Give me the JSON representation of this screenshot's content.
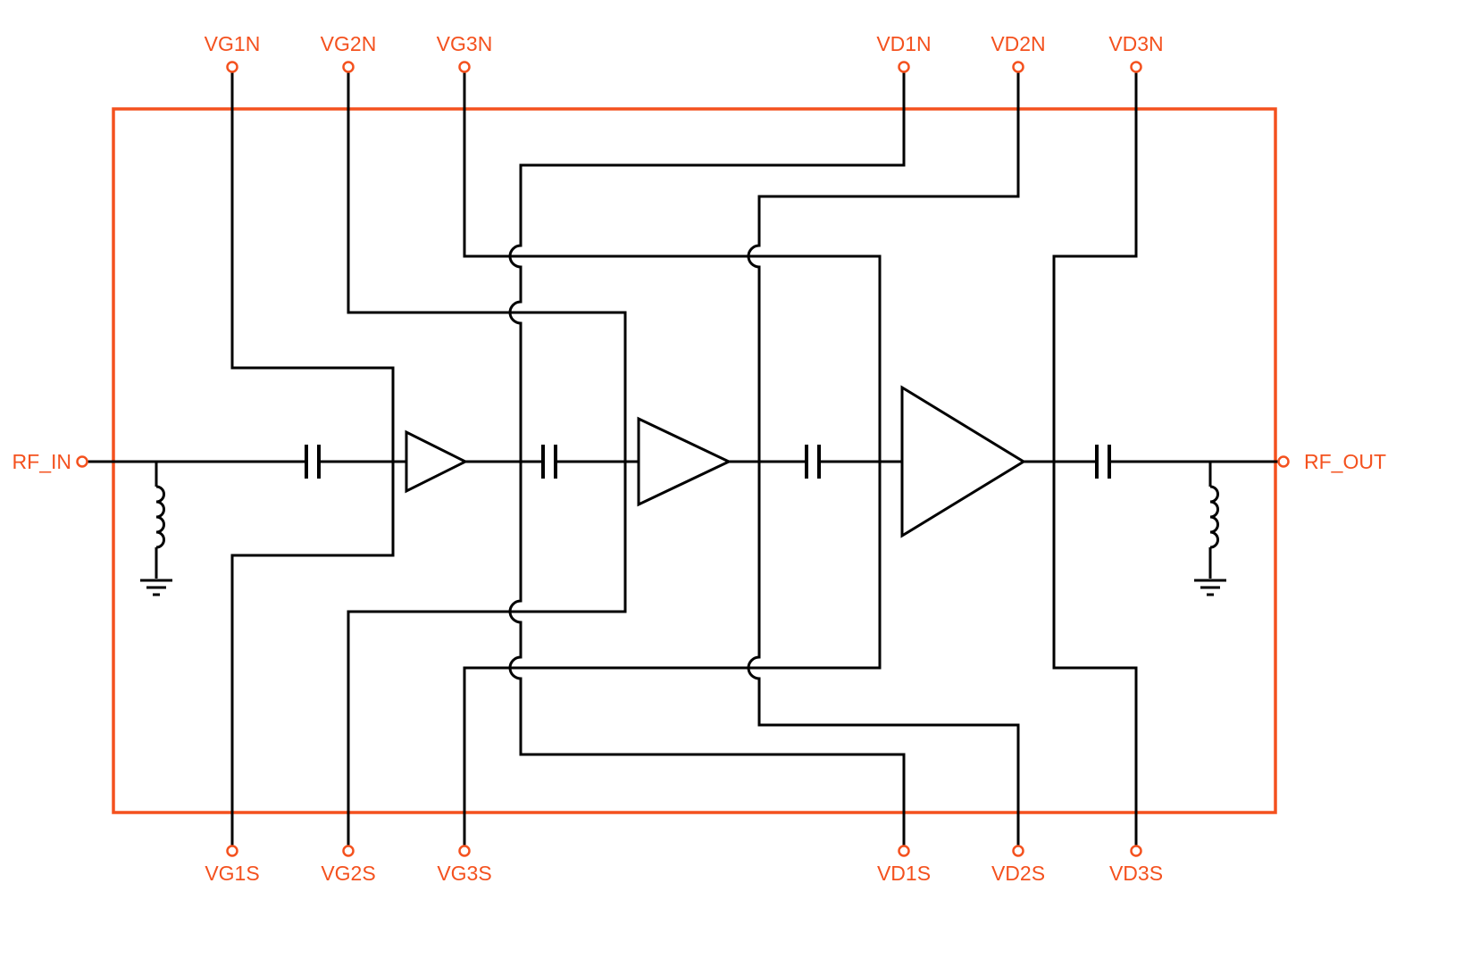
{
  "diagram": {
    "type": "circuit-schematic",
    "accent_color": "#F4511E",
    "wire_color": "#000000",
    "background_color": "#FFFFFF"
  },
  "ports": {
    "rf_in": {
      "label": "RF_IN"
    },
    "rf_out": {
      "label": "RF_OUT"
    },
    "top": [
      {
        "label": "VG1N"
      },
      {
        "label": "VG2N"
      },
      {
        "label": "VG3N"
      },
      {
        "label": "VD1N"
      },
      {
        "label": "VD2N"
      },
      {
        "label": "VD3N"
      }
    ],
    "bottom": [
      {
        "label": "VG1S"
      },
      {
        "label": "VG2S"
      },
      {
        "label": "VG3S"
      },
      {
        "label": "VD1S"
      },
      {
        "label": "VD2S"
      },
      {
        "label": "VD3S"
      }
    ]
  },
  "components": {
    "amplifier_stages": 3,
    "series_capacitors": 4,
    "shunt_inductors": 2,
    "grounds": 2
  }
}
